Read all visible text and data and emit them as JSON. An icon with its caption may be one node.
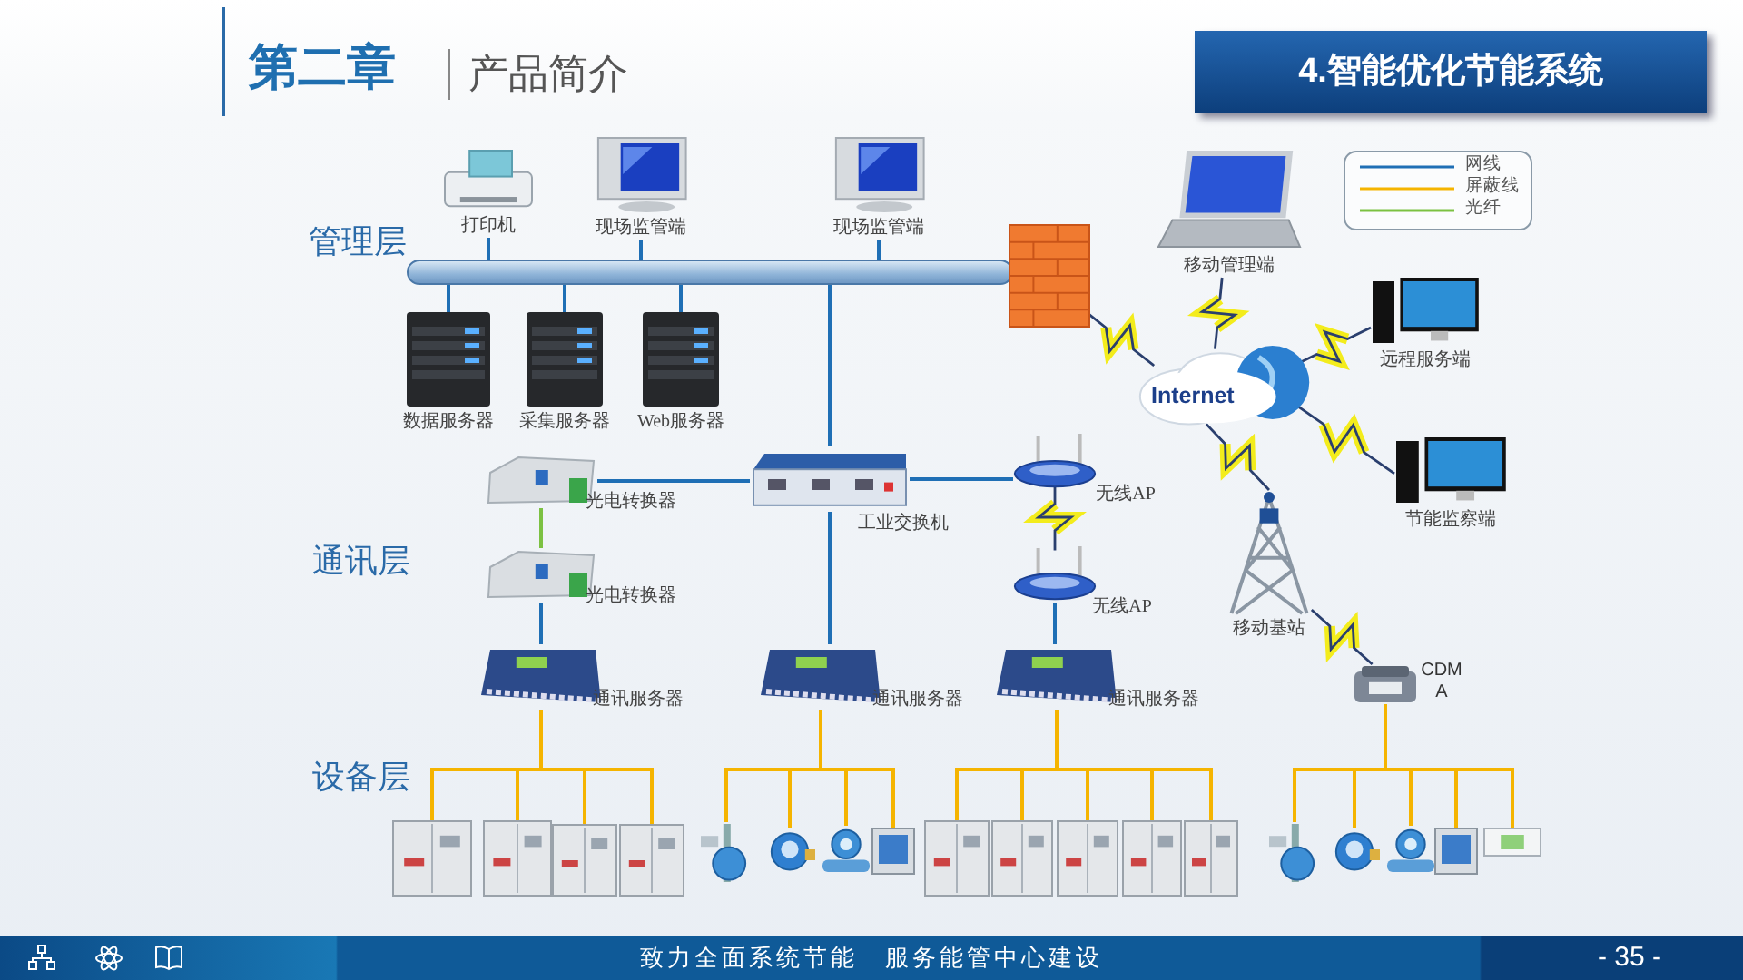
{
  "diagram": {
    "title": "4.智能优化节能系统",
    "nodes": [
      {
        "text": [],
        "shape": "bar"
      },
      {
        "text": [
          "打印机"
        ]
      },
      {
        "text": [
          "现场监管端"
        ]
      },
      {
        "text": [
          "现场监管端"
        ]
      },
      {
        "text": [],
        "shape": "picture"
      },
      {
        "text": [
          "数据服务器"
        ]
      },
      {
        "text": [
          "采集服务器"
        ]
      },
      {
        "text": [
          "Web服务器"
        ]
      },
      {
        "text": [
          "移动管理端"
        ]
      },
      {
        "text": [
          "Internet"
        ]
      },
      {
        "text": [
          "远程服务端"
        ]
      },
      {
        "text": [
          "节能监察端"
        ]
      },
      {
        "text": [
          "光电转换器"
        ]
      },
      {
        "text": [
          "工业交换机"
        ]
      },
      {
        "text": [
          "无线AP"
        ]
      },
      {
        "text": [
          "光电转换器"
        ]
      },
      {
        "text": [
          "无线AP"
        ]
      },
      {
        "text": [
          "移动基站"
        ]
      },
      {
        "text": [
          "通讯服务器"
        ]
      },
      {
        "text": [
          "通讯服务器"
        ]
      },
      {
        "text": [
          "通讯服务器"
        ]
      },
      {
        "text": [
          "CDMA"
        ]
      },
      {
        "text": [],
        "shape": "picture"
      },
      {
        "text": [],
        "shape": "picture"
      },
      {
        "text": [],
        "shape": "picture"
      },
      {
        "text": [],
        "shape": "picture"
      },
      {
        "text": [],
        "shape": "picture"
      },
      {
        "text": [],
        "shape": "picture"
      },
      {
        "text": [],
        "shape": "picture"
      },
      {
        "text": [],
        "shape": "picture"
      },
      {
        "text": [],
        "shape": "picture"
      },
      {
        "text": [],
        "shape": "picture"
      },
      {
        "text": [],
        "shape": "picture"
      },
      {
        "text": [],
        "shape": "picture"
      },
      {
        "text": [],
        "shape": "picture"
      },
      {
        "text": [],
        "shape": "picture"
      },
      {
        "text": [],
        "shape": "picture"
      },
      {
        "text": [],
        "shape": "picture"
      },
      {
        "text": [],
        "shape": "picture"
      },
      {
        "text": [],
        "shape": "picture"
      }
    ],
    "edges": [
      {
        "from": 1,
        "to": 0,
        "arrow": "none",
        "color": "#1f6fb5"
      },
      {
        "from": 2,
        "to": 0,
        "arrow": "none",
        "color": "#1f6fb5"
      },
      {
        "from": 3,
        "to": 0,
        "arrow": "none",
        "color": "#1f6fb5"
      },
      {
        "from": 0,
        "to": 5,
        "arrow": "none",
        "color": "#1f6fb5"
      },
      {
        "from": 0,
        "to": 6,
        "arrow": "none",
        "color": "#1f6fb5"
      },
      {
        "from": 0,
        "to": 7,
        "arrow": "none",
        "color": "#1f6fb5"
      },
      {
        "from": 0,
        "to": 13,
        "arrow": "none",
        "color": "#1f6fb5"
      },
      {
        "from": 4,
        "to": 9,
        "arrow": "none",
        "color": "#2a3f6e"
      },
      {
        "from": 8,
        "to": 9,
        "arrow": "none",
        "color": "#2a3f6e"
      },
      {
        "from": 9,
        "to": 10,
        "arrow": "none",
        "color": "#2a3f6e"
      },
      {
        "from": 9,
        "to": 11,
        "arrow": "none",
        "color": "#2a3f6e"
      },
      {
        "from": 9,
        "to": 17,
        "arrow": "none",
        "color": "#2a3f6e"
      },
      {
        "from": 17,
        "to": 21,
        "arrow": "none",
        "color": "#2a3f6e"
      },
      {
        "from": 12,
        "to": 13,
        "arrow": "none",
        "color": "#1f6fb5"
      },
      {
        "from": 13,
        "to": 14,
        "arrow": "none",
        "color": "#1f6fb5"
      },
      {
        "from": 14,
        "to": 16,
        "arrow": "none",
        "color": "#2a3f6e"
      },
      {
        "from": 12,
        "to": 15,
        "arrow": "none",
        "color": "#7cc142"
      },
      {
        "from": 15,
        "to": 18,
        "arrow": "none",
        "color": "#1f6fb5"
      },
      {
        "from": 13,
        "to": 19,
        "arrow": "none",
        "color": "#1f6fb5"
      },
      {
        "from": 16,
        "to": 20,
        "arrow": "none",
        "color": "#1f6fb5"
      },
      {
        "from": 18,
        "to": 22,
        "arrow": "none",
        "color": "#f5b400"
      },
      {
        "from": 18,
        "to": 23,
        "arrow": "none",
        "color": "#f5b400"
      },
      {
        "from": 18,
        "to": 24,
        "arrow": "none",
        "color": "#f5b400"
      },
      {
        "from": 18,
        "to": 25,
        "arrow": "none",
        "color": "#f5b400"
      },
      {
        "from": 19,
        "to": 26,
        "arrow": "none",
        "color": "#f5b400"
      },
      {
        "from": 19,
        "to": 27,
        "arrow": "none",
        "color": "#f5b400"
      },
      {
        "from": 19,
        "to": 28,
        "arrow": "none",
        "color": "#f5b400"
      },
      {
        "from": 19,
        "to": 29,
        "arrow": "none",
        "color": "#f5b400"
      },
      {
        "from": 20,
        "to": 30,
        "arrow": "none",
        "color": "#f5b400"
      },
      {
        "from": 20,
        "to": 31,
        "arrow": "none",
        "color": "#f5b400"
      },
      {
        "from": 20,
        "to": 32,
        "arrow": "none",
        "color": "#f5b400"
      },
      {
        "from": 20,
        "to": 33,
        "arrow": "none",
        "color": "#f5b400"
      },
      {
        "from": 20,
        "to": 34,
        "arrow": "none",
        "color": "#f5b400"
      },
      {
        "from": 21,
        "to": 35,
        "arrow": "none",
        "color": "#f5b400"
      },
      {
        "from": 21,
        "to": 36,
        "arrow": "none",
        "color": "#f5b400"
      },
      {
        "from": 21,
        "to": 37,
        "arrow": "none",
        "color": "#f5b400"
      },
      {
        "from": 21,
        "to": 38,
        "arrow": "none",
        "color": "#f5b400"
      },
      {
        "from": 21,
        "to": 39,
        "arrow": "none",
        "color": "#f5b400"
      }
    ],
    "labels": [
      "第二章",
      "产品简介",
      "管理层",
      "通讯层",
      "设备层",
      "致力全面系统节能　服务能管中心建设",
      "- 35 -"
    ],
    "legend": [
      {
        "text": "网线"
      },
      {
        "text": "屏蔽线"
      },
      {
        "text": "光纤"
      }
    ]
  }
}
